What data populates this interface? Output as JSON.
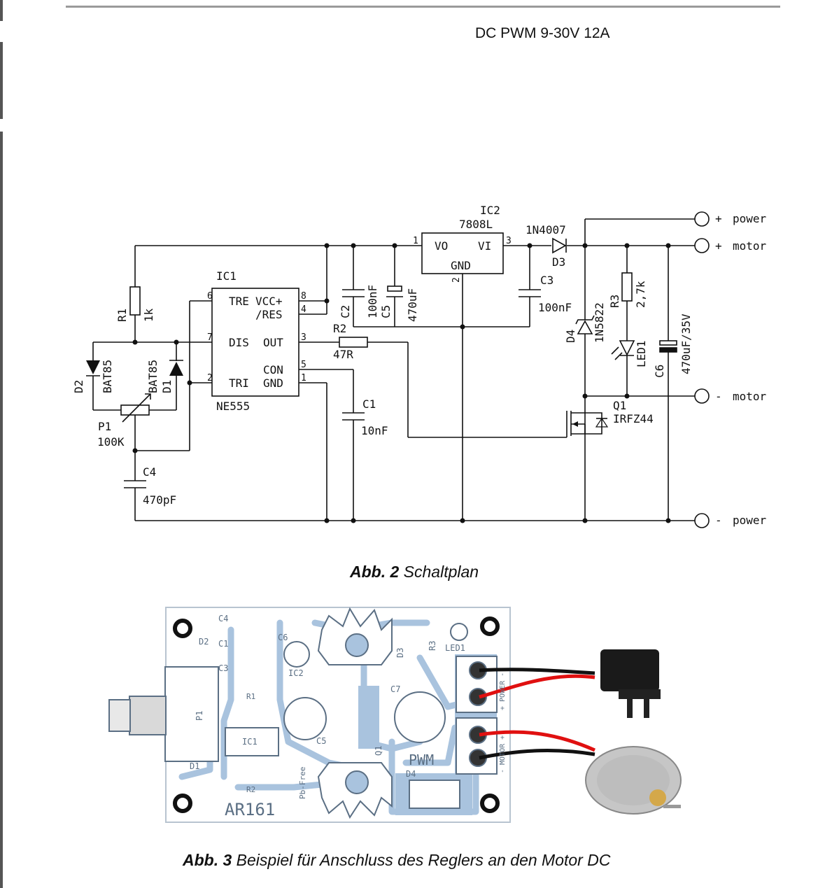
{
  "header": {
    "title": "DC PWM 9-30V 12A"
  },
  "figure2": {
    "caption_label": "Abb. 2",
    "caption_text": "Schaltplan"
  },
  "figure3": {
    "caption_label": "Abb. 3",
    "caption_text": "Beispiel für Anschluss des Reglers an den Motor DC"
  },
  "schematic": {
    "ic1": {
      "name": "IC1",
      "type": "NE555",
      "pins": [
        "TRE",
        "VCC+",
        "/RES",
        "DIS",
        "OUT",
        "CON",
        "TRI",
        "GND"
      ],
      "pin_numbers": [
        "6",
        "8",
        "4",
        "7",
        "3",
        "5",
        "2",
        "1"
      ]
    },
    "ic2": {
      "name": "IC2",
      "type": "7808L",
      "pins": [
        "VO",
        "VI",
        "GND"
      ],
      "pin_numbers": [
        "1",
        "3",
        "2"
      ]
    },
    "r1": {
      "name": "R1",
      "value": "1k"
    },
    "r2": {
      "name": "R2",
      "value": "47R"
    },
    "r3": {
      "name": "R3",
      "value": "2,7k"
    },
    "d1": {
      "name": "D1",
      "value": "BAT85"
    },
    "d2": {
      "name": "D2",
      "value": "BAT85"
    },
    "d3": {
      "name": "D3",
      "value": "1N4007"
    },
    "d4": {
      "name": "D4",
      "value": "1N5822"
    },
    "led1": {
      "name": "LED1"
    },
    "p1": {
      "name": "P1",
      "value": "100K"
    },
    "c1": {
      "name": "C1",
      "value": "10nF"
    },
    "c2": {
      "name": "C2",
      "value": "100nF"
    },
    "c3": {
      "name": "C3",
      "value": "100nF"
    },
    "c4": {
      "name": "C4",
      "value": "470pF"
    },
    "c5": {
      "name": "C5",
      "value": "470uF"
    },
    "c6": {
      "name": "C6",
      "value": "470uF/35V"
    },
    "q1": {
      "name": "Q1",
      "value": "IRFZ44"
    },
    "terminals": {
      "power_plus": {
        "sign": "+",
        "label": "power"
      },
      "motor_plus": {
        "sign": "+",
        "label": "motor"
      },
      "motor_minus": {
        "sign": "-",
        "label": "motor"
      },
      "power_minus": {
        "sign": "-",
        "label": "power"
      }
    }
  },
  "pcb": {
    "labels": [
      "C4",
      "D2",
      "C1",
      "C6",
      "C3",
      "IC2",
      "R1",
      "P1",
      "IC1",
      "D1",
      "R2",
      "C5",
      "D3",
      "R3",
      "LED1",
      "C7",
      "Q1",
      "PWM",
      "D4",
      "Pb-Free"
    ],
    "board_name": "AR161",
    "connector_labels": {
      "power_plus": "+ POWER -",
      "motor": "- MOTOR +"
    },
    "colors": {
      "board": "#ffffff",
      "trace": "#a9c3de",
      "silkscreen": "#5b6f84",
      "wire_red": "#e01010",
      "wire_black": "#111111"
    }
  }
}
